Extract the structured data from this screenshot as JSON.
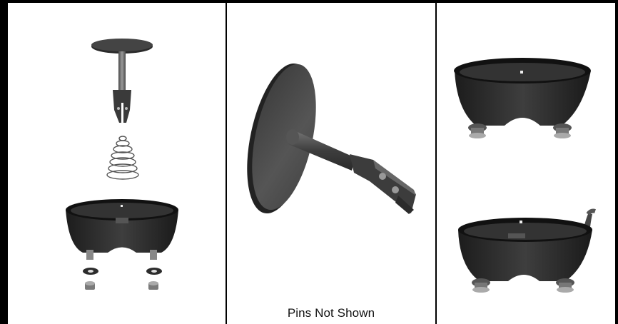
{
  "figure": {
    "panels": [
      {
        "id": "exploded-assembly",
        "caption": ""
      },
      {
        "id": "plunger-part",
        "caption": "Pins Not Shown"
      },
      {
        "id": "cup-variants",
        "caption": ""
      }
    ]
  }
}
